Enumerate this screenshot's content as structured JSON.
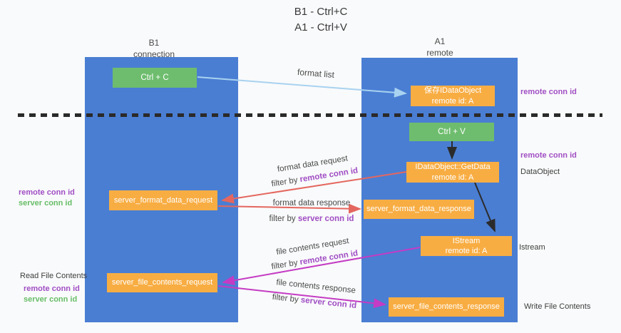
{
  "title": {
    "line1": "B1 - Ctrl+C",
    "line2": "A1 - Ctrl+V"
  },
  "lanes": {
    "left": {
      "name": "B1",
      "subtitle": "connection"
    },
    "right": {
      "name": "A1",
      "subtitle": "remote"
    }
  },
  "nodes": {
    "ctrl_c": {
      "label": "Ctrl + C"
    },
    "ctrl_v": {
      "label": "Ctrl + V"
    },
    "save_dataobject": {
      "line1": "保存IDataObject",
      "line2": "remote id: A"
    },
    "getdata": {
      "line1": "IDataObject::GetData",
      "line2": "remote id: A"
    },
    "istream": {
      "line1": "IStream",
      "line2": "remote id: A"
    },
    "server_format_data_request": {
      "label": "server_format_data_request"
    },
    "server_format_data_response": {
      "label": "server_format_data_response"
    },
    "server_file_contents_request": {
      "label": "server_file_contents_request"
    },
    "server_file_contents_response": {
      "label": "server_file_contents_response"
    }
  },
  "arrow_labels": {
    "format_list": "format list",
    "format_data_request": "format data request",
    "format_data_response": "format data response",
    "file_contents_request": "file contents request",
    "file_contents_response": "file contents response",
    "filter_by": "filter by",
    "remote_conn_id": "remote conn id",
    "server_conn_id": "server conn id"
  },
  "annotations": {
    "right": {
      "remote_conn_id_top": "remote conn id",
      "remote_conn_id_mid": "remote conn id",
      "dataobject": "DataObject",
      "istream": "Istream",
      "write_file_contents": "Write File Contents"
    },
    "left": {
      "remote_conn_id_top": "remote conn id",
      "server_conn_id_top": "server conn id",
      "read_file_contents": "Read File Contents",
      "remote_conn_id_bottom": "remote conn id",
      "server_conn_id_bottom": "server conn id"
    }
  },
  "colors": {
    "lane_blue": "#4a7ed3",
    "node_green": "#6ebd6e",
    "node_orange": "#f8ad43",
    "purple_text": "#a04ec4",
    "green_text": "#67bd67",
    "arrow_salmon": "#e4675f",
    "arrow_magenta": "#c43bc4",
    "arrow_lightblue": "#a8d2f0",
    "arrow_black": "#2b2b2b"
  }
}
